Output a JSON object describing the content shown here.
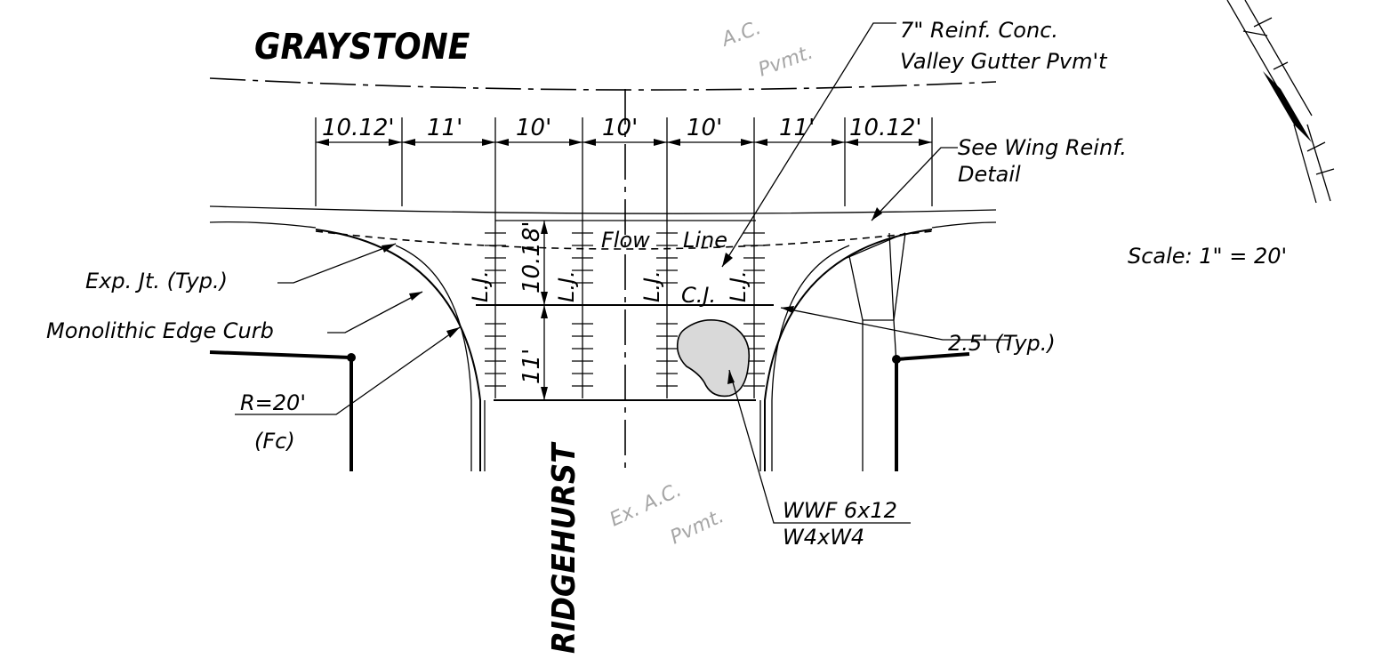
{
  "streets": {
    "top": "GRAYSTONE",
    "bottom": "RIDGEHURST"
  },
  "pavement_labels": {
    "ac_line1": "A.C.",
    "ac_line2": "Pvmt.",
    "ex_ac_line1": "Ex. A.C.",
    "ex_ac_line2": "Pvmt."
  },
  "callouts": {
    "reinf_line1": "7\" Reinf. Conc.",
    "reinf_line2": "Valley Gutter Pvm't",
    "wing_line1": "See Wing Reinf.",
    "wing_line2": "Detail",
    "exp_jt": "Exp. Jt. (Typ.)",
    "mono_curb": "Monolithic Edge Curb",
    "radius": "R=20'",
    "radius_note": "(Fc)",
    "spacing_typ": "2.5' (Typ.)",
    "wwf_line1": "WWF 6x12",
    "wwf_line2": "W4xW4",
    "flow_line_1": "Flow",
    "flow_line_2": "Line",
    "cj": "C.J.",
    "lj": "L.J."
  },
  "dimensions": {
    "horizontal": [
      "10.12'",
      "11'",
      "10'",
      "10'",
      "10'",
      "11'",
      "10.12'"
    ],
    "vertical": [
      "10.18'",
      "11'"
    ]
  },
  "scale": "Scale:  1\" = 20'"
}
